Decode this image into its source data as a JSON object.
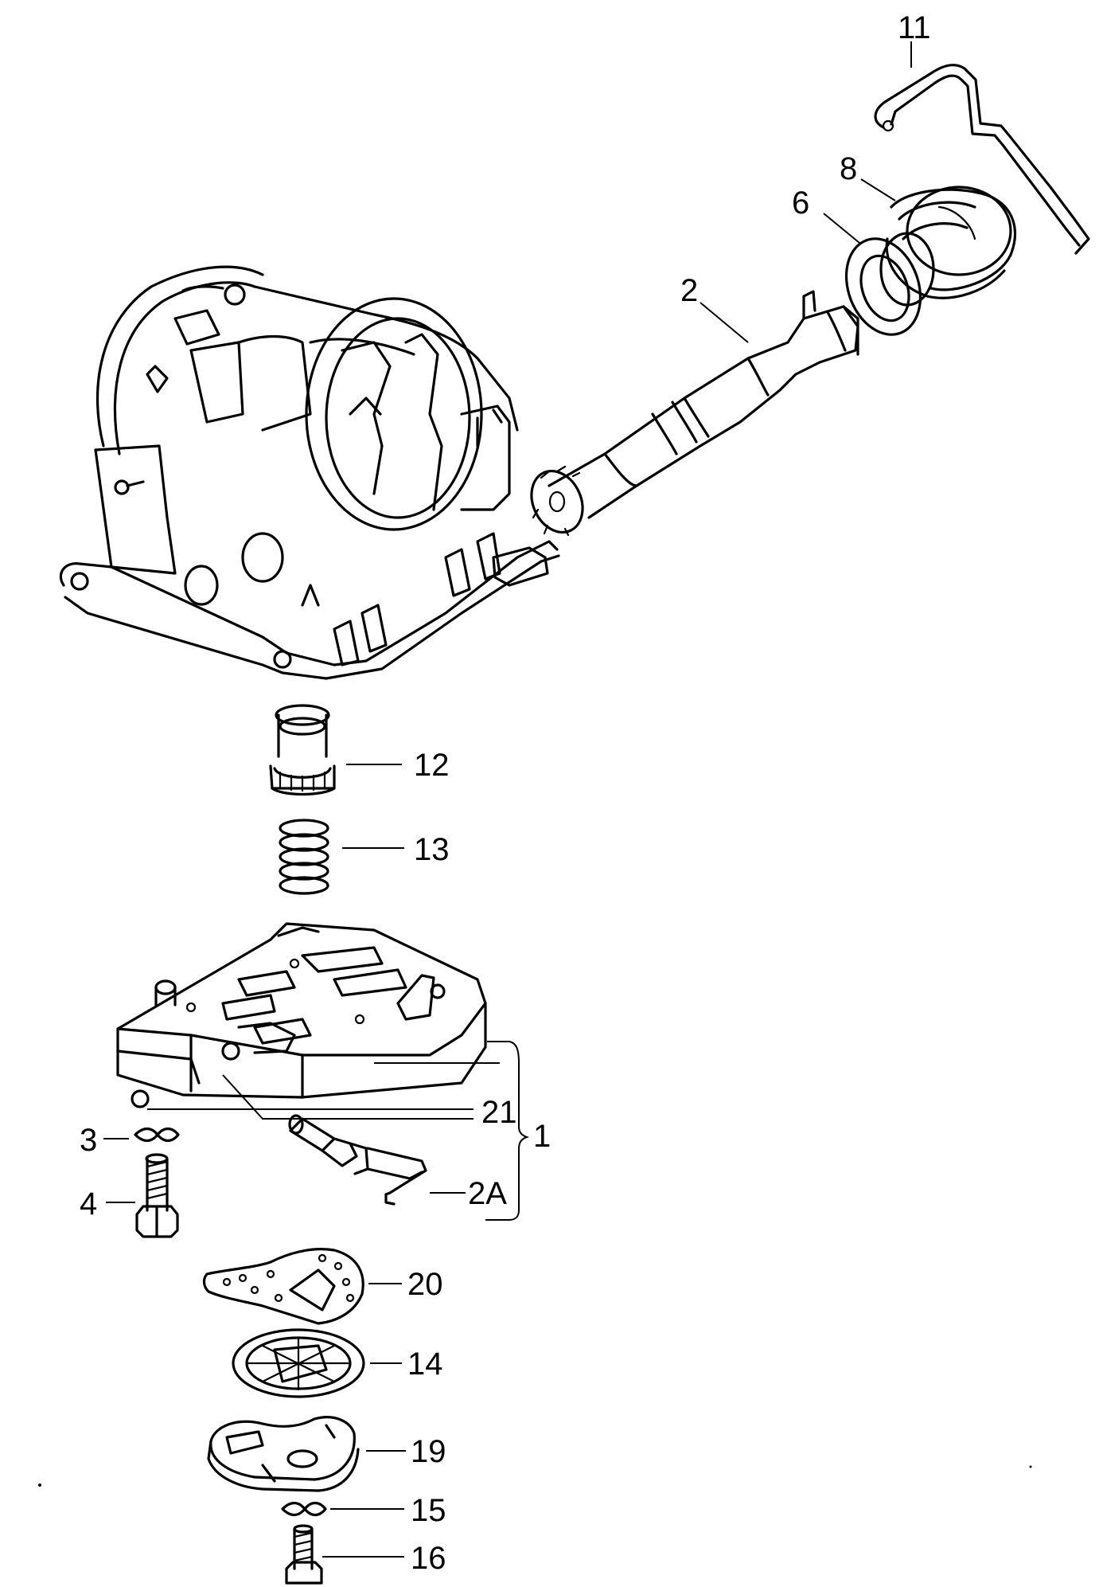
{
  "callouts": [
    {
      "id": "11",
      "text": "11"
    },
    {
      "id": "8",
      "text": "8"
    },
    {
      "id": "6",
      "text": "6"
    },
    {
      "id": "2",
      "text": "2"
    },
    {
      "id": "12",
      "text": "12"
    },
    {
      "id": "13",
      "text": "13"
    },
    {
      "id": "21",
      "text": "21"
    },
    {
      "id": "1",
      "text": "1"
    },
    {
      "id": "3",
      "text": "3"
    },
    {
      "id": "4",
      "text": "4"
    },
    {
      "id": "2A",
      "text": "2A"
    },
    {
      "id": "20",
      "text": "20"
    },
    {
      "id": "14",
      "text": "14"
    },
    {
      "id": "19",
      "text": "19"
    },
    {
      "id": "15",
      "text": "15"
    },
    {
      "id": "16",
      "text": "16"
    }
  ]
}
